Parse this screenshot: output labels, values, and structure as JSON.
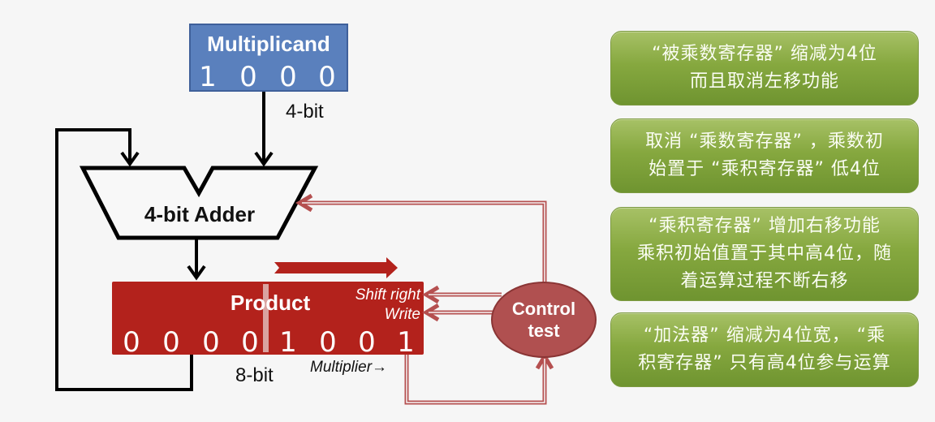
{
  "diagram": {
    "multiplicand": {
      "title": "Multiplicand",
      "bits": [
        "1",
        "0",
        "0",
        "0"
      ],
      "width_label": "4-bit"
    },
    "adder": {
      "label": "4-bit Adder"
    },
    "product": {
      "title": "Product",
      "bits": [
        "0",
        "0",
        "0",
        "0",
        "1",
        "0",
        "0",
        "1"
      ],
      "width_label": "8-bit",
      "shift_label": "Shift right",
      "write_label": "Write",
      "multiplier_label": "Multiplier→"
    },
    "control": {
      "line1": "Control",
      "line2": "test"
    },
    "colors": {
      "multiplicand_fill": "#5a80bd",
      "product_fill": "#b3221c",
      "control_fill": "#b05050",
      "signal_line": "#b55050",
      "note_green": "#86a83f"
    }
  },
  "notes": [
    {
      "lines": [
        "“被乘数寄存器” 缩减为4位",
        "而且取消左移功能"
      ]
    },
    {
      "lines": [
        "取消 “乘数寄存器” ，乘数初",
        "始置于 “乘积寄存器” 低4位"
      ]
    },
    {
      "lines": [
        "“乘积寄存器” 增加右移功能",
        "乘积初始值置于其中高4位，随",
        "着运算过程不断右移"
      ]
    },
    {
      "lines": [
        "“加法器” 缩减为4位宽， “乘",
        "积寄存器” 只有高4位参与运算"
      ]
    }
  ]
}
